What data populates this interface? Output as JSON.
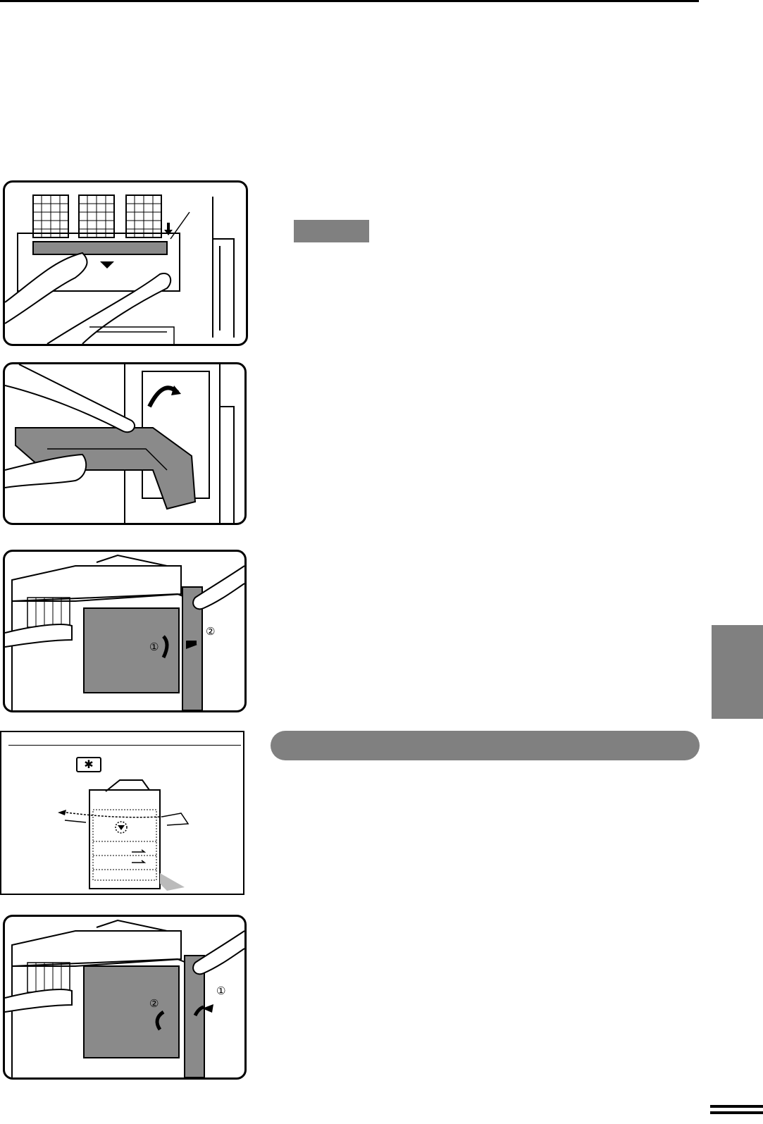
{
  "page": {
    "side_tab_color": "#808080",
    "banner_color": "#808080"
  },
  "figure1": {
    "description_icons": [
      "grille-vents",
      "fuser-unit",
      "arrow-down-icon",
      "arrow-up-icon",
      "hands"
    ]
  },
  "figure3": {
    "step_1": "①",
    "step_2": "②"
  },
  "figure4": {
    "key_symbol": "✱"
  },
  "figure5": {
    "step_1": "①",
    "step_2": "②"
  }
}
